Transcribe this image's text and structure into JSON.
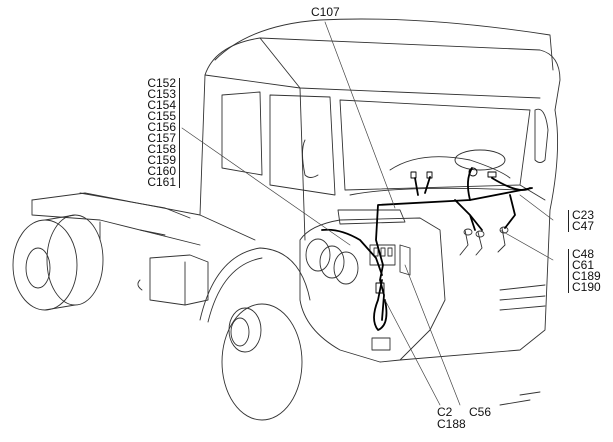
{
  "diagram": {
    "subject": "truck cab and chassis connector location",
    "labels": {
      "top": "C107",
      "left_group": [
        "C152",
        "C153",
        "C154",
        "C155",
        "C156",
        "C157",
        "C158",
        "C159",
        "C160",
        "C161"
      ],
      "right_group_1": [
        "C23",
        "C47"
      ],
      "right_group_2": [
        "C48",
        "C61",
        "C189",
        "C190"
      ],
      "bottom_left": [
        "C2",
        "C188"
      ],
      "bottom_right": "C56"
    },
    "colors": {
      "line": "#222222",
      "harness": "#000000",
      "background": "#ffffff"
    }
  }
}
